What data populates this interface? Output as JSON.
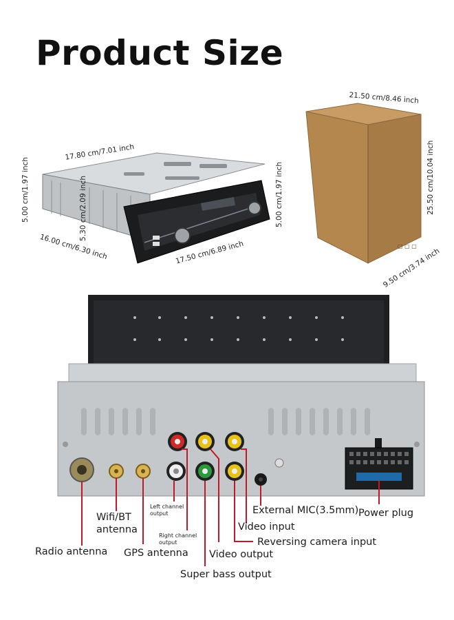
{
  "page": {
    "title": "Product Size"
  },
  "dimensions": {
    "unit_width": "17.80 cm/7.01 inch",
    "unit_height_left": "5.00 cm/1.97 inch",
    "unit_height_mid": "5.30 cm/2.09 inch",
    "unit_height_right": "5.00 cm/1.97 inch",
    "unit_depth": "16.00 cm/6.30 inch",
    "unit_front_width": "17.50 cm/6.89 inch",
    "box_width": "21.50 cm/8.46 inch",
    "box_height": "25.50 cm/10.04 inch",
    "box_depth": "9.50 cm/3.74 inch"
  },
  "ports": {
    "wifi_bt": "Wifi/BT",
    "wifi_bt_2": "antenna",
    "radio_antenna": "Radio antenna",
    "gps_antenna": "GPS antenna",
    "left_channel": "Left channel",
    "left_channel_2": "output",
    "right_channel": "Right channel",
    "right_channel_2": "output",
    "super_bass": "Super bass output",
    "video_output": "Video output",
    "video_input": "Video input",
    "reversing_camera": "Reversing camera input",
    "external_mic": "External MIC(3.5mm)",
    "power_plug": "Power plug"
  },
  "colors": {
    "arrow": "#c0182a",
    "box": "#b98a55",
    "metal": "#c9cbcc"
  }
}
